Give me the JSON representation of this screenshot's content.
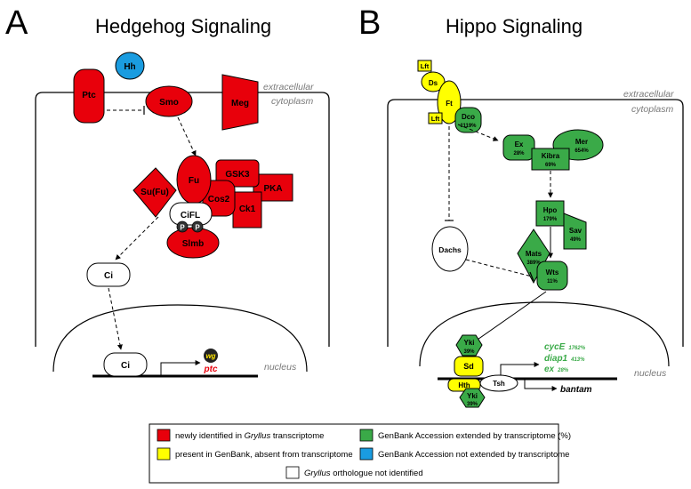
{
  "panel_a": {
    "letter": "A",
    "title": "Hedgehog Signaling",
    "region_extracellular": "extracellular",
    "region_cytoplasm": "cytoplasm",
    "region_nucleus": "nucleus",
    "nodes": {
      "hh": "Hh",
      "ptc": "Ptc",
      "smo": "Smo",
      "meg": "Meg",
      "fu": "Fu",
      "gsk3": "GSK3",
      "pka": "PKA",
      "cos2": "Cos2",
      "ck1": "Ck1",
      "sufu": "Su(Fu)",
      "cifl": "CiFL",
      "p1": "P",
      "p2": "P",
      "slmb": "Slmb",
      "ci_cyto": "Ci",
      "ci_nuc": "Ci"
    },
    "targets": {
      "wg": "wg",
      "ptc": "ptc"
    }
  },
  "panel_b": {
    "letter": "B",
    "title": "Hippo Signaling",
    "region_extracellular": "extracellular",
    "region_cytoplasm": "cytoplasm",
    "region_nucleus": "nucleus",
    "nodes": {
      "lft1": "Lft",
      "ds": "Ds",
      "ft": "Ft",
      "lft2": "Lft",
      "dco": "Dco",
      "dco_pct": "1119%",
      "ex": "Ex",
      "ex_pct": "28%",
      "mer": "Mer",
      "mer_pct": "654%",
      "kibra": "Kibra",
      "kibra_pct": "69%",
      "hpo": "Hpo",
      "hpo_pct": "179%",
      "sav": "Sav",
      "sav_pct": "49%",
      "mats": "Mats",
      "mats_pct": "389%",
      "wts": "Wts",
      "wts_pct": "11%",
      "dachs": "Dachs",
      "yki1": "Yki",
      "yki1_pct": "39%",
      "sd": "Sd",
      "hth": "Hth",
      "tsh": "Tsh",
      "yki2": "Yki",
      "yki2_pct": "39%"
    },
    "targets": [
      {
        "gene": "cycE",
        "pct": "1762%"
      },
      {
        "gene": "diap1",
        "pct": "413%"
      },
      {
        "gene": "ex",
        "pct": "28%"
      }
    ],
    "bantam": "bantam"
  },
  "legend": {
    "items": [
      {
        "color": "#e8000b",
        "prefix": "newly identified in ",
        "italic": "Gryllus",
        "suffix": " transcriptome"
      },
      {
        "color": "#3aaa48",
        "prefix": "GenBank Accession extended by transcriptome (%)",
        "italic": "",
        "suffix": ""
      },
      {
        "color": "#ffff00",
        "prefix": "present in GenBank, absent from transcriptome",
        "italic": "",
        "suffix": ""
      },
      {
        "color": "#1a9ce0",
        "prefix": "GenBank Accession not extended by transcriptome",
        "italic": "",
        "suffix": ""
      },
      {
        "color": "#ffffff",
        "prefix": "",
        "italic": "Gryllus",
        "suffix": " orthologue not identified"
      }
    ]
  },
  "colors": {
    "red": "#e8000b",
    "green": "#3aaa48",
    "yellow": "#ffff00",
    "blue": "#1a9ce0",
    "gene_green": "#3aaa48",
    "gene_red": "#e8000b"
  }
}
